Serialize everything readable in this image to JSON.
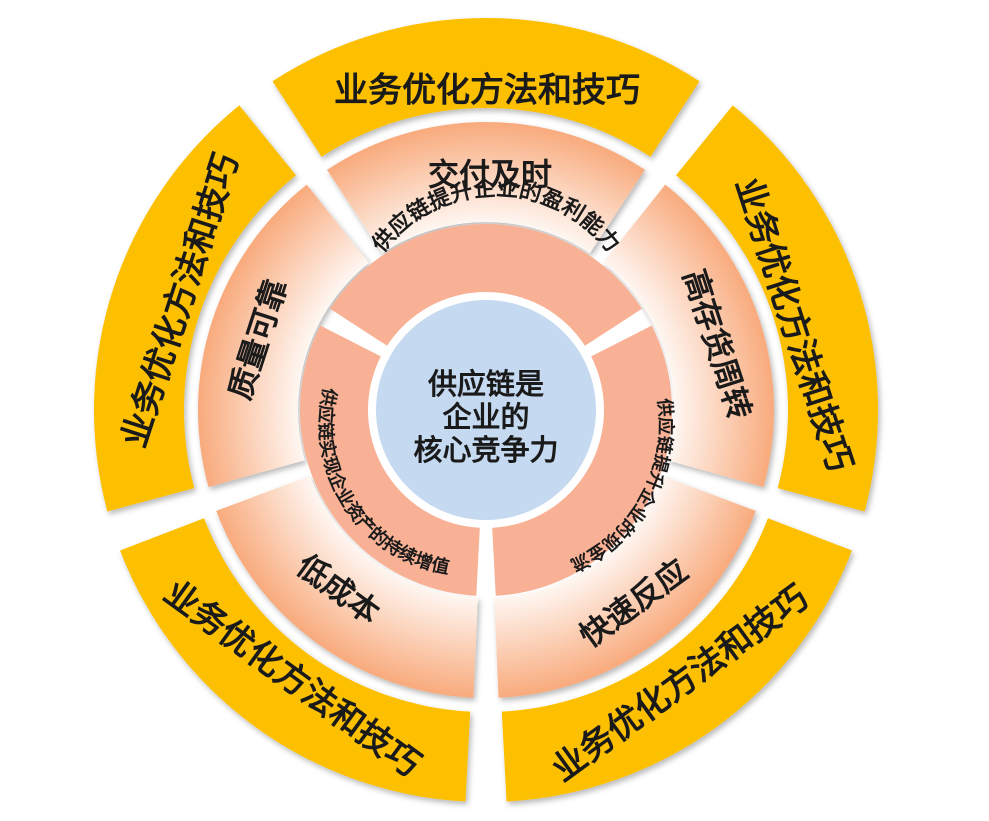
{
  "diagram": {
    "core": {
      "lines": [
        "供应链是",
        "企业的",
        "核心竞争力"
      ],
      "color": "#c5d9f1"
    },
    "inner_ring": {
      "color": "#f8b195",
      "segments": [
        {
          "label": "供应链提升企业的盈利能力"
        },
        {
          "label": "供应链提升企业的现金流"
        },
        {
          "label": "供应链实现企业资产的持续增值"
        }
      ]
    },
    "middle_ring": {
      "color_light": "#ffffff",
      "color_dark": "#f8a574",
      "segments": [
        {
          "label": "交付及时"
        },
        {
          "label": "高存货周转"
        },
        {
          "label": "快速反应"
        },
        {
          "label": "低成本"
        },
        {
          "label": "质量可靠"
        }
      ]
    },
    "outer_ring": {
      "color": "#fcc005",
      "segments": [
        {
          "label": "业务优化方法和技巧"
        },
        {
          "label": "业务优化方法和技巧"
        },
        {
          "label": "业务优化方法和技巧"
        },
        {
          "label": "业务优化方法和技巧"
        },
        {
          "label": "业务优化方法和技巧"
        }
      ]
    }
  }
}
